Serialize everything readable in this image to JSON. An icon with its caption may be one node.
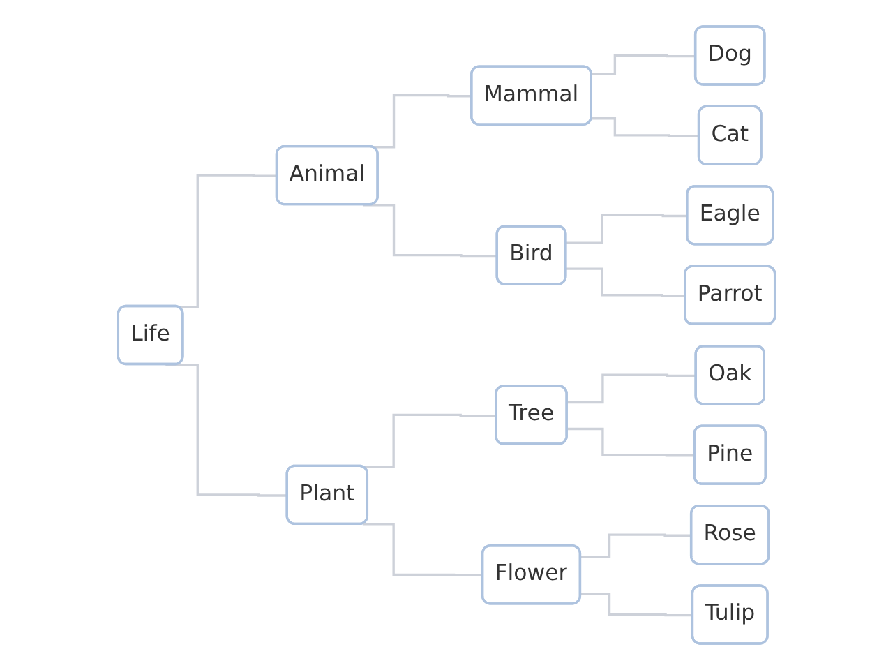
{
  "diagram": {
    "nodes": [
      {
        "text": [
          "Life"
        ]
      },
      {
        "text": [
          "Animal"
        ]
      },
      {
        "text": [
          "Mammal"
        ]
      },
      {
        "text": [
          "Dog"
        ]
      },
      {
        "text": [
          "Cat"
        ]
      },
      {
        "text": [
          "Bird"
        ]
      },
      {
        "text": [
          "Eagle"
        ]
      },
      {
        "text": [
          "Parrot"
        ]
      },
      {
        "text": [
          "Plant"
        ]
      },
      {
        "text": [
          "Tree"
        ]
      },
      {
        "text": [
          "Oak"
        ]
      },
      {
        "text": [
          "Pine"
        ]
      },
      {
        "text": [
          "Flower"
        ]
      },
      {
        "text": [
          "Rose"
        ]
      },
      {
        "text": [
          "Tulip"
        ]
      }
    ],
    "edges": [
      {
        "from": 0,
        "to": 1,
        "arrow": "none"
      },
      {
        "from": 0,
        "to": 8,
        "arrow": "none"
      },
      {
        "from": 1,
        "to": 2,
        "arrow": "none"
      },
      {
        "from": 1,
        "to": 5,
        "arrow": "none"
      },
      {
        "from": 2,
        "to": 3,
        "arrow": "none"
      },
      {
        "from": 2,
        "to": 4,
        "arrow": "none"
      },
      {
        "from": 5,
        "to": 6,
        "arrow": "none"
      },
      {
        "from": 5,
        "to": 7,
        "arrow": "none"
      },
      {
        "from": 8,
        "to": 9,
        "arrow": "none"
      },
      {
        "from": 8,
        "to": 12,
        "arrow": "none"
      },
      {
        "from": 9,
        "to": 10,
        "arrow": "none"
      },
      {
        "from": 9,
        "to": 11,
        "arrow": "none"
      },
      {
        "from": 12,
        "to": 13,
        "arrow": "none"
      },
      {
        "from": 12,
        "to": 14,
        "arrow": "none"
      }
    ]
  }
}
